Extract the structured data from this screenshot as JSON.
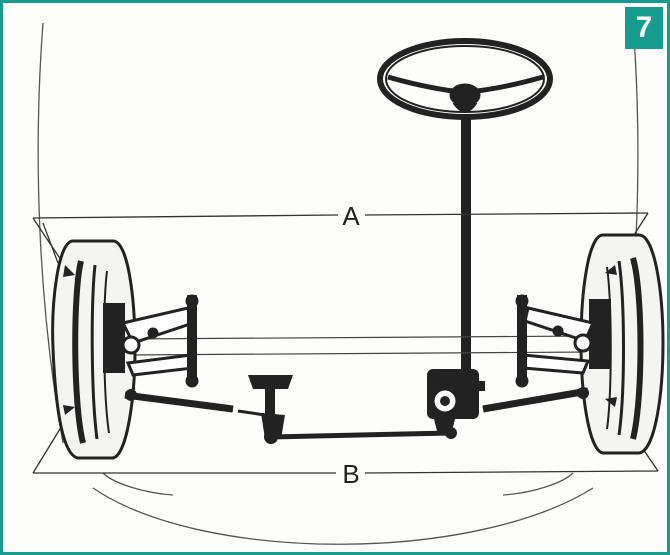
{
  "figure": {
    "number": "7",
    "label_a": "A",
    "label_b": "B"
  },
  "colors": {
    "frame": "#169c8e",
    "ink": "#222222",
    "paper": "#fdfdfb"
  }
}
